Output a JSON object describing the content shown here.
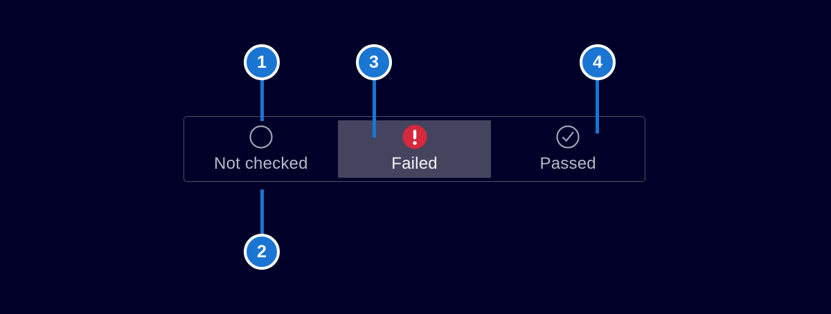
{
  "colors": {
    "background": "#000028",
    "accent_blue": "#1a75d3",
    "badge_ring": "#ffffff",
    "box_border": "#50506c",
    "selected_bg": "#44445f",
    "text_muted": "#b6b9c7",
    "text_selected": "#f5f5f8",
    "icon_stroke": "#a0a3b4",
    "error_red": "#d5293d"
  },
  "status_control": {
    "segments": [
      {
        "label": "Not checked",
        "icon": "circle-outline-icon",
        "selected": false
      },
      {
        "label": "Failed",
        "icon": "error-filled-icon",
        "selected": true
      },
      {
        "label": "Passed",
        "icon": "check-circle-icon",
        "selected": false
      }
    ]
  },
  "callouts": [
    {
      "number": "1"
    },
    {
      "number": "2"
    },
    {
      "number": "3"
    },
    {
      "number": "4"
    }
  ]
}
